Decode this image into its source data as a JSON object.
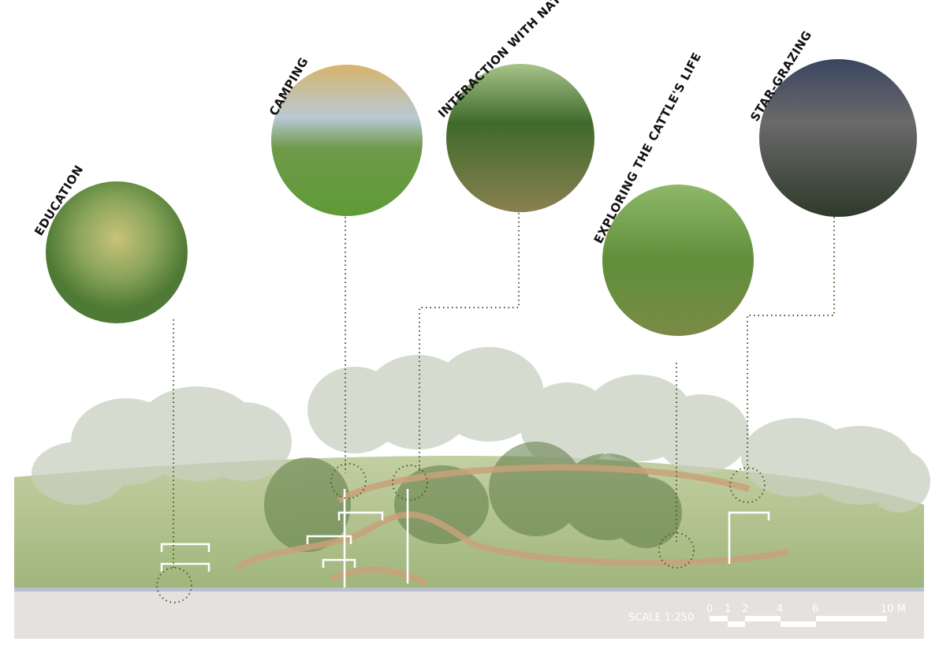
{
  "views": [
    {
      "id": "education",
      "label": "EDUCATION"
    },
    {
      "id": "camping",
      "label": "CAMPING"
    },
    {
      "id": "interaction",
      "label": "INTERACTION WITH NATURE"
    },
    {
      "id": "cattle",
      "label": "EXPLORING THE CATTLE'S LIFE"
    },
    {
      "id": "star",
      "label": "STAR-GRAZING"
    }
  ],
  "scale": {
    "label": "SCALE 1:250",
    "ticks": [
      "0",
      "1",
      "2",
      "4",
      "6",
      "10 M"
    ]
  },
  "colors": {
    "ground": "#a9bd86",
    "tree": "#c5cdb8",
    "tree_dark": "#5d7a45",
    "path": "#c9a27a",
    "band": "#e5e1de",
    "leader": "#4a5a2a"
  }
}
